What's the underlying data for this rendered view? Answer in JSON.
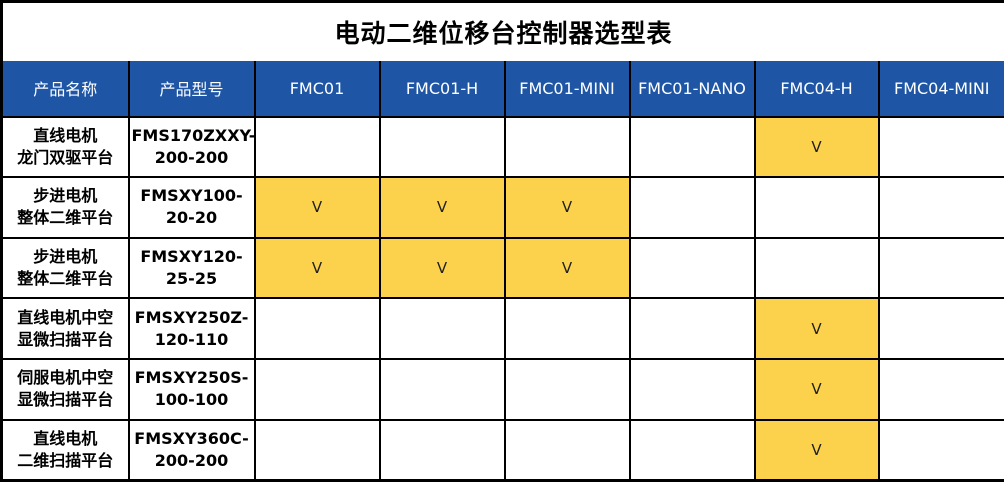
{
  "title": "电动二维位移台控制器选型表",
  "colors": {
    "header_bg": "#1e56a5",
    "header_text": "#ffffff",
    "highlight_yellow": "#fcd24c",
    "border": "#000000"
  },
  "table": {
    "check_mark": "V",
    "headers": [
      "产品名称",
      "产品型号",
      "FMC01",
      "FMC01-H",
      "FMC01-MINI",
      "FMC01-NANO",
      "FMC04-H",
      "FMC04-MINI"
    ],
    "rows": [
      {
        "name_lines": [
          "直线电机",
          "龙门双驱平台"
        ],
        "model_lines": [
          "FMS170ZXXY-",
          "200-200"
        ],
        "support": [
          "",
          "",
          "",
          "",
          "V",
          ""
        ]
      },
      {
        "name_lines": [
          "步进电机",
          "整体二维平台"
        ],
        "model_lines": [
          "FMSXY100-",
          "20-20"
        ],
        "support": [
          "V",
          "V",
          "V",
          "",
          "",
          ""
        ]
      },
      {
        "name_lines": [
          "步进电机",
          "整体二维平台"
        ],
        "model_lines": [
          "FMSXY120-",
          "25-25"
        ],
        "support": [
          "V",
          "V",
          "V",
          "",
          "",
          ""
        ]
      },
      {
        "name_lines": [
          "直线电机中空",
          "显微扫描平台"
        ],
        "model_lines": [
          "FMSXY250Z-",
          "120-110"
        ],
        "support": [
          "",
          "",
          "",
          "",
          "V",
          ""
        ]
      },
      {
        "name_lines": [
          "伺服电机中空",
          "显微扫描平台"
        ],
        "model_lines": [
          "FMSXY250S-",
          "100-100"
        ],
        "support": [
          "",
          "",
          "",
          "",
          "V",
          ""
        ]
      },
      {
        "name_lines": [
          "直线电机",
          "二维扫描平台"
        ],
        "model_lines": [
          "FMSXY360C-",
          "200-200"
        ],
        "support": [
          "",
          "",
          "",
          "",
          "V",
          ""
        ]
      }
    ]
  }
}
